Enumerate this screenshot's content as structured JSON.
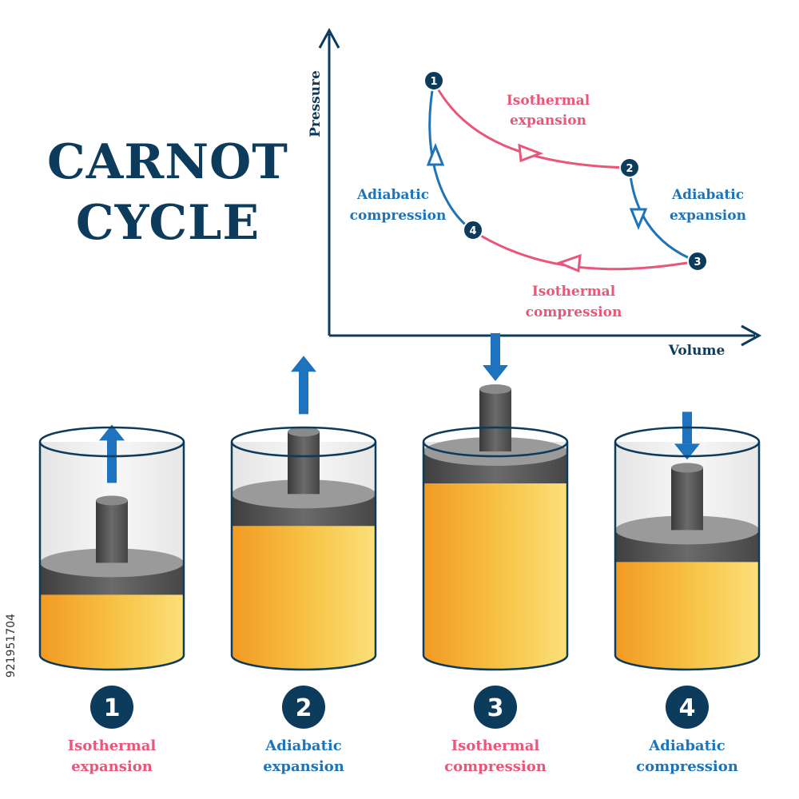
{
  "title": {
    "line1": "CARNOT",
    "line2": "CYCLE"
  },
  "graph": {
    "y_axis_label": "Pressure",
    "x_axis_label": "Volume",
    "points": [
      "1",
      "2",
      "3",
      "4"
    ],
    "process_labels": {
      "isothermal_expansion": [
        "Isothermal",
        "expansion"
      ],
      "adiabatic_expansion": [
        "Adiabatic",
        "expansion"
      ],
      "isothermal_compression": [
        "Isothermal",
        "compression"
      ],
      "adiabatic_compression": [
        "Adiabatic",
        "compression"
      ]
    }
  },
  "stages": [
    {
      "number": "1",
      "label": [
        "Isothermal",
        "expansion"
      ],
      "type": "isothermal",
      "fill_level": 0.32,
      "piston_direction": "up"
    },
    {
      "number": "2",
      "label": [
        "Adiabatic",
        "expansion"
      ],
      "type": "adiabatic",
      "fill_level": 0.74,
      "piston_direction": "up"
    },
    {
      "number": "3",
      "label": [
        "Isothermal",
        "compression"
      ],
      "type": "isothermal",
      "fill_level": 1.0,
      "piston_direction": "down"
    },
    {
      "number": "4",
      "label": [
        "Adiabatic",
        "compression"
      ],
      "type": "adiabatic",
      "fill_level": 0.52,
      "piston_direction": "down"
    }
  ],
  "colors": {
    "isothermal": "#e8567a",
    "adiabatic": "#1f73b7",
    "dark_navy": "#0d3b5c",
    "arrow_blue": "#1e73be"
  },
  "watermark": "921951704"
}
